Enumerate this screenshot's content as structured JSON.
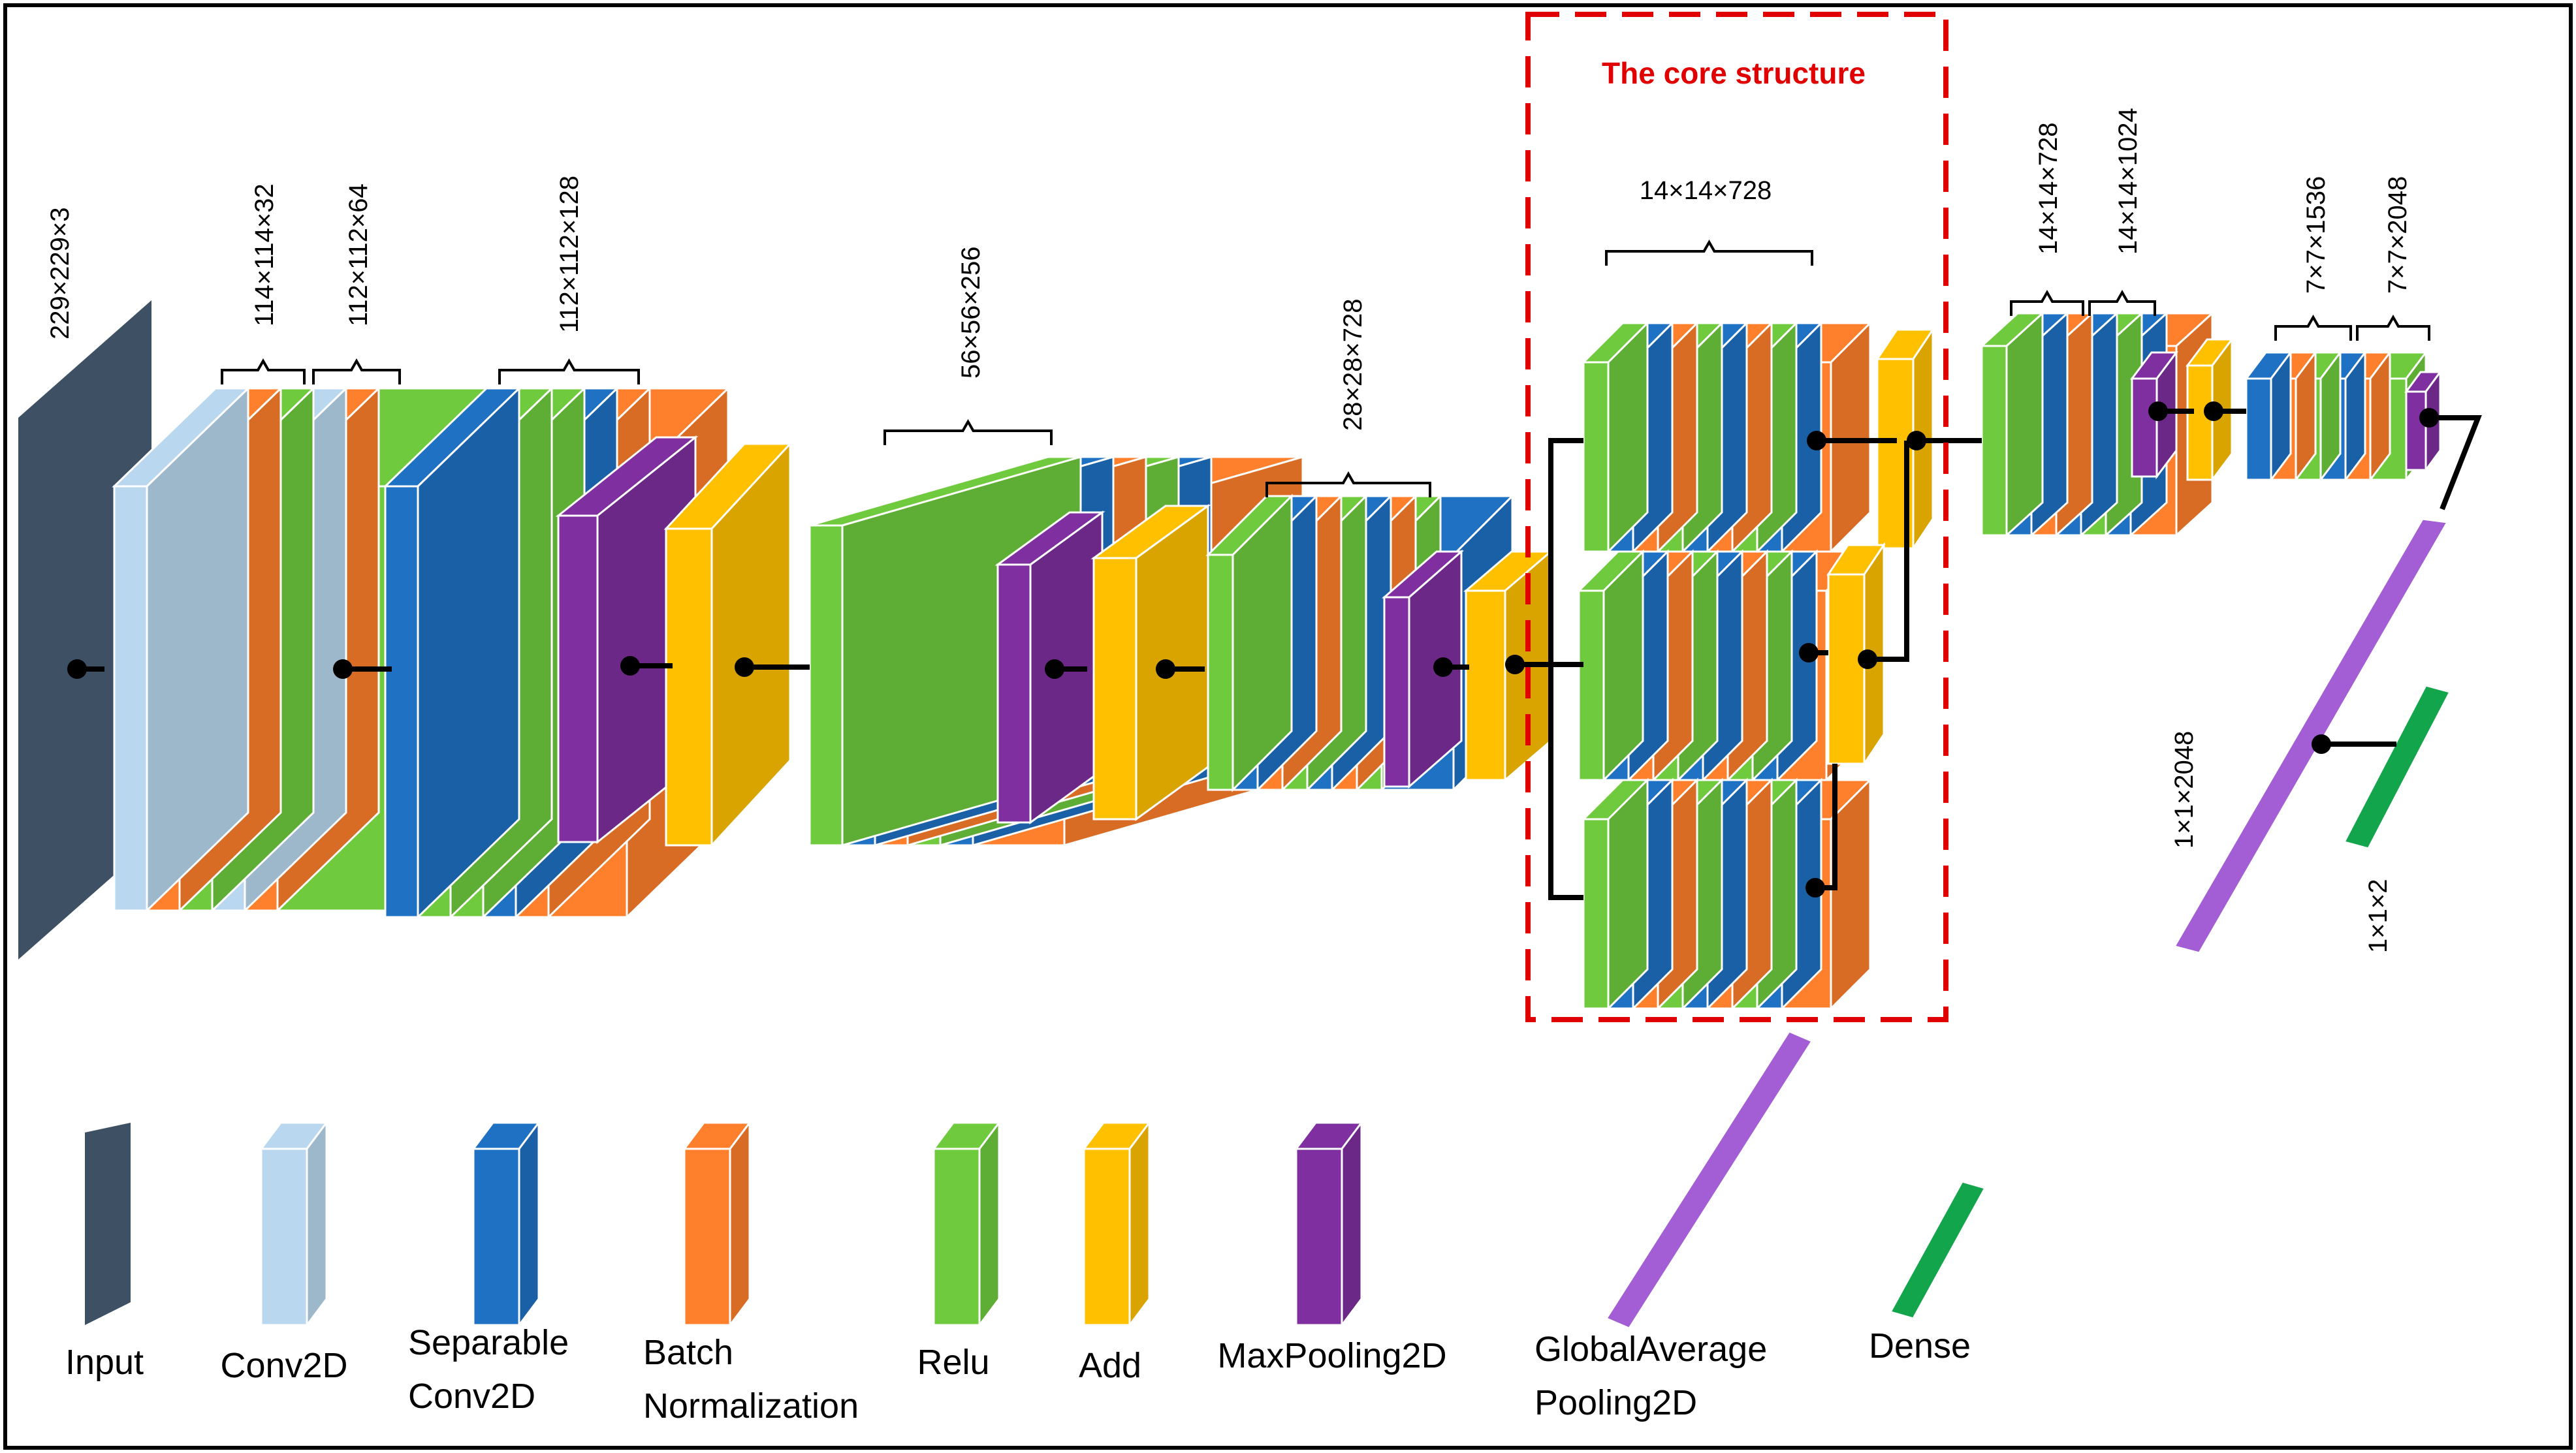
{
  "colors": {
    "input": "#3e5063",
    "conv2d": "#b9d7ef",
    "separable_conv2d": "#1f71c3",
    "batch_normalization": "#fe7f2c",
    "relu": "#6fcb3d",
    "add": "#ffc000",
    "maxpooling2d": "#7f2f9f",
    "global_average_pooling2d": "#a35ed6",
    "dense": "#12a54c",
    "core_frame": "#e10000",
    "connector": "#000000"
  },
  "core_structure_label": "The core structure",
  "shape_labels": {
    "input": "229×229×3",
    "conv_a": "114×114×32",
    "conv_b": "112×112×64",
    "block1": "112×112×128",
    "block2": "56×56×256",
    "block3": "28×28×728",
    "core": "14×14×728",
    "exit_a": "14×14×728",
    "exit_b": "14×14×1024",
    "tail_a": "7×7×1536",
    "tail_b": "7×7×2048",
    "gap": "1×1×2048",
    "dense": "1×1×2"
  },
  "legend": [
    {
      "key": "input",
      "label_lines": [
        "Input"
      ]
    },
    {
      "key": "conv2d",
      "label_lines": [
        "Conv2D"
      ]
    },
    {
      "key": "separable_conv2d",
      "label_lines": [
        "Separable",
        "Conv2D"
      ]
    },
    {
      "key": "batch_normalization",
      "label_lines": [
        "Batch",
        "Normalization"
      ]
    },
    {
      "key": "relu",
      "label_lines": [
        "Relu"
      ]
    },
    {
      "key": "add",
      "label_lines": [
        "Add"
      ]
    },
    {
      "key": "maxpooling2d",
      "label_lines": [
        "MaxPooling2D"
      ]
    },
    {
      "key": "global_average_pooling2d",
      "label_lines": [
        "GlobalAverage",
        "Pooling2D"
      ]
    },
    {
      "key": "dense",
      "label_lines": [
        "Dense"
      ]
    }
  ]
}
